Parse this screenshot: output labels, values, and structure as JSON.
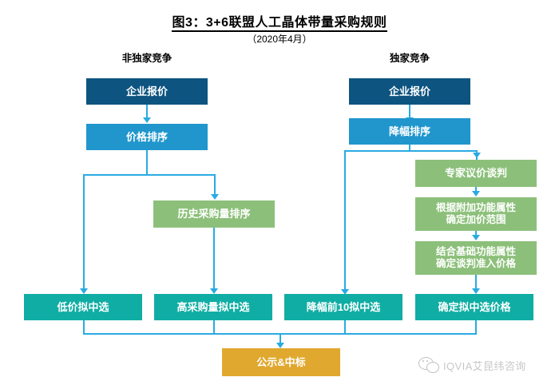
{
  "header": {
    "title": "图3：3+6联盟人工晶体带量采购规则",
    "subtitle": "（2020年4月）",
    "column_left": "非独家竞争",
    "column_right": "独家竞争"
  },
  "colors": {
    "dark_blue": "#0d5480",
    "blue": "#2096cd",
    "green": "#8cc07a",
    "teal": "#10ada4",
    "orange": "#e0a82e",
    "connector": "#29abe2"
  },
  "nodes": {
    "left_quote": "企业报价",
    "left_price_rank": "价格排序",
    "left_history_rank": "历史采购量排序",
    "right_quote": "企业报价",
    "right_drop_rank": "降幅排序",
    "right_expert_negotiation": "专家议价谈判",
    "right_addon_price_range": "根据附加功能属性\n确定加价范围",
    "right_base_entry_price": "结合基础功能属性\n确定谈判准入价格",
    "out_low_price": "低价拟中选",
    "out_high_volume": "高采购量拟中选",
    "out_top10_drop": "降幅前10拟中选",
    "out_confirm_price": "确定拟中选价格",
    "final": "公示&中标"
  },
  "logo": {
    "text": "IQVIA艾昆纬咨询"
  }
}
